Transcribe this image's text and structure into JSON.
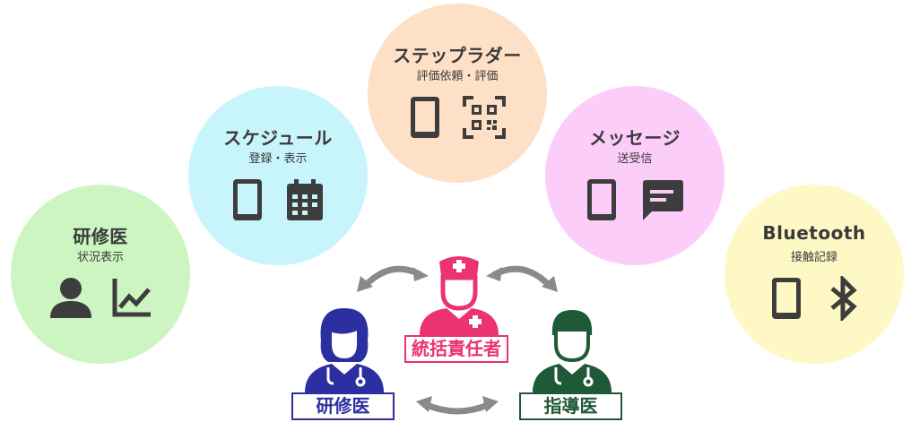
{
  "features": [
    {
      "id": "resident",
      "title": "研修医",
      "subtitle": "状況表示",
      "color": "#cdf5c1",
      "icons": [
        "person-icon",
        "line-chart-icon"
      ]
    },
    {
      "id": "schedule",
      "title": "スケジュール",
      "subtitle": "登録・表示",
      "color": "#c8f4fb",
      "icons": [
        "smartphone-icon",
        "calendar-icon"
      ]
    },
    {
      "id": "ladder",
      "title": "ステップラダー",
      "subtitle": "評価依頼・評価",
      "color": "#fde0c6",
      "icons": [
        "smartphone-icon",
        "qr-code-icon"
      ]
    },
    {
      "id": "message",
      "title": "メッセージ",
      "subtitle": "送受信",
      "color": "#fdcdfa",
      "icons": [
        "smartphone-icon",
        "chat-bubble-icon"
      ]
    },
    {
      "id": "bluetooth",
      "title": "Bluetooth",
      "subtitle": "接触記録",
      "color": "#fdf8c4",
      "icons": [
        "smartphone-icon",
        "bluetooth-icon"
      ]
    }
  ],
  "roles": {
    "resident": {
      "label": "研修医",
      "color": "#2c2fa0"
    },
    "manager": {
      "label": "統括責任者",
      "color": "#ea336f"
    },
    "mentor": {
      "label": "指導医",
      "color": "#1e5a36"
    }
  },
  "arrow_color": "#8a8a8a",
  "icon_color": "#3d3d3d"
}
